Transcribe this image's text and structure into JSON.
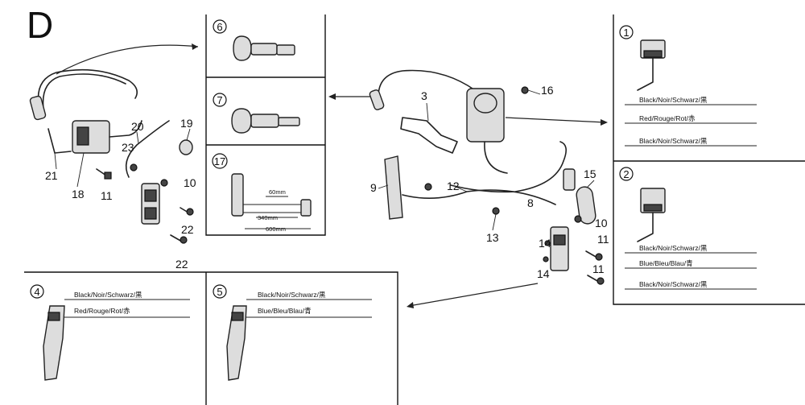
{
  "diagram": {
    "section_letter": "D",
    "callouts": {
      "n3": "3",
      "n8": "8",
      "n9": "9",
      "n10a": "10",
      "n10b": "10",
      "n11a": "11",
      "n11b": "11",
      "n11c": "11",
      "n12": "12",
      "n13": "13",
      "n14a": "14",
      "n14b": "14",
      "n15": "15",
      "n16": "16",
      "n18": "18",
      "n19": "19",
      "n20": "20",
      "n21": "21",
      "n22a": "22",
      "n22b": "22",
      "n23": "23"
    },
    "insets": {
      "i1": "1",
      "i2": "2",
      "i4": "4",
      "i5": "5",
      "i6": "6",
      "i7": "7",
      "i17": "17"
    },
    "wire_labels": {
      "i1_top": "Black/Noir/Schwarz/黒",
      "i1_mid": "Red/Rouge/Rot/赤",
      "i1_bot": "Black/Noir/Schwarz/黒",
      "i2_top": "Black/Noir/Schwarz/黒",
      "i2_mid": "Blue/Bleu/Blau/青",
      "i2_bot": "Black/Noir/Schwarz/黒",
      "i4_top": "Black/Noir/Schwarz/黒",
      "i4_bot": "Red/Rouge/Rot/赤",
      "i5_top": "Black/Noir/Schwarz/黒",
      "i5_bot": "Blue/Bleu/Blau/青"
    },
    "dimensions": {
      "d60": "60mm",
      "d340": "340mm",
      "d600": "600mm"
    }
  }
}
